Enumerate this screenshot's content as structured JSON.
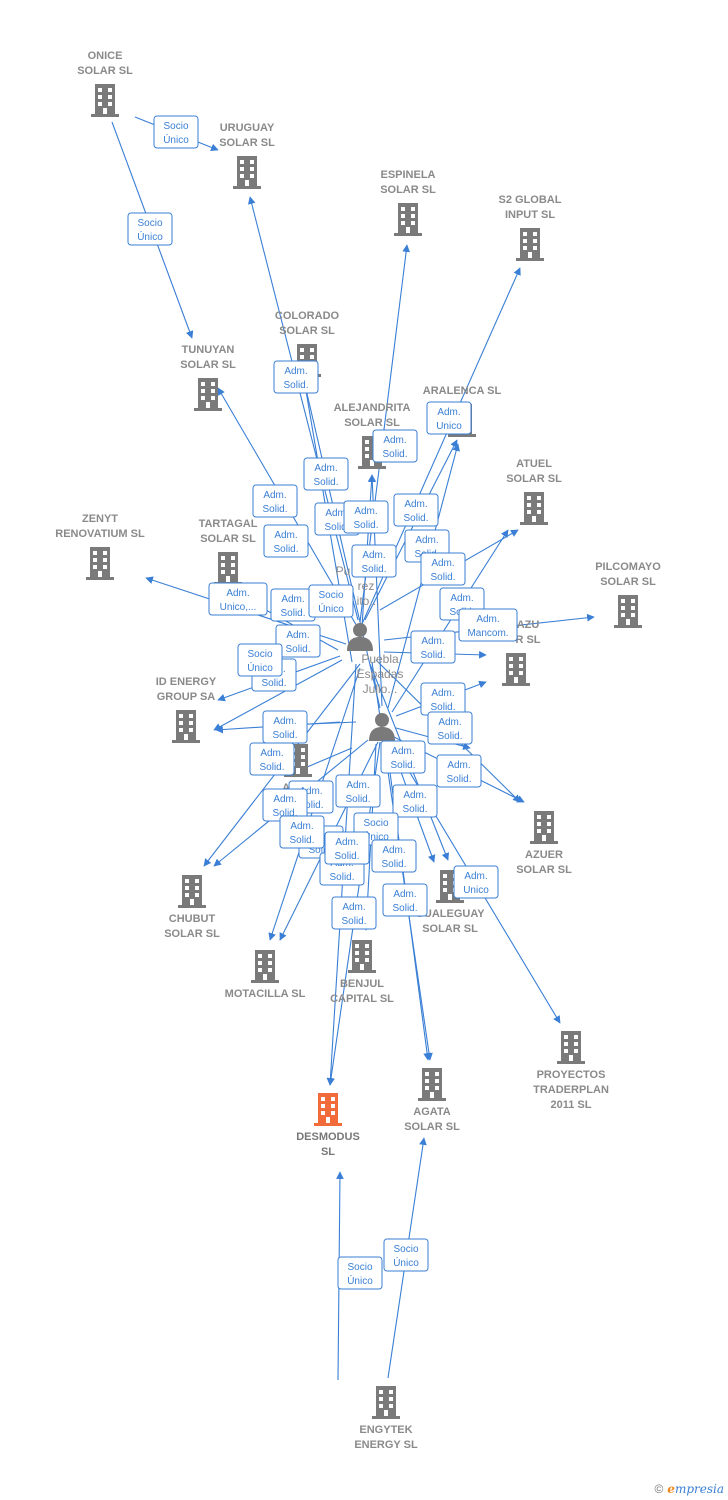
{
  "colors": {
    "edge": "#3a7fd5",
    "building": "#7a7a7a",
    "focus": "#f26b3a",
    "person": "#7a7a7a"
  },
  "nodes": [
    {
      "id": "onice",
      "lines": [
        "ONICE",
        "SOLAR  SL"
      ]
    },
    {
      "id": "uruguay",
      "lines": [
        "URUGUAY",
        "SOLAR  SL"
      ]
    },
    {
      "id": "espinela",
      "lines": [
        "ESPINELA",
        "SOLAR  SL"
      ]
    },
    {
      "id": "s2global",
      "lines": [
        "S2 GLOBAL",
        "INPUT  SL"
      ]
    },
    {
      "id": "colorado",
      "lines": [
        "COLORADO",
        "SOLAR  SL"
      ]
    },
    {
      "id": "tunuyan",
      "lines": [
        "TUNUYAN",
        "SOLAR  SL"
      ]
    },
    {
      "id": "aralenca",
      "lines": [
        "ARALENCA SL"
      ]
    },
    {
      "id": "alejandrita",
      "lines": [
        "ALEJANDRITA",
        "SOLAR  SL"
      ]
    },
    {
      "id": "atuel",
      "lines": [
        "ATUEL",
        "SOLAR  SL"
      ]
    },
    {
      "id": "zenyt",
      "lines": [
        "ZENYT",
        "RENOVATIUM SL"
      ]
    },
    {
      "id": "tartagal",
      "lines": [
        "TARTAGAL",
        "SOLAR  SL"
      ]
    },
    {
      "id": "pilcomayo",
      "lines": [
        "PILCOMAYO",
        "SOLAR  SL"
      ]
    },
    {
      "id": "azu",
      "lines": [
        "AZU",
        "R  SL"
      ]
    },
    {
      "id": "idenergy",
      "lines": [
        "ID ENERGY",
        "GROUP SA"
      ]
    },
    {
      "id": "andr",
      "lines": [
        "ANDR"
      ]
    },
    {
      "id": "azuer",
      "lines": [
        "AZUER",
        "SOLAR  SL"
      ]
    },
    {
      "id": "chubut",
      "lines": [
        "CHUBUT",
        "SOLAR  SL"
      ]
    },
    {
      "id": "gualeguay",
      "lines": [
        "GUALEGUAY",
        "SOLAR  SL"
      ]
    },
    {
      "id": "motacilla",
      "lines": [
        "MOTACILLA SL"
      ]
    },
    {
      "id": "benjul",
      "lines": [
        "BENJUL",
        "CAPITAL  SL"
      ]
    },
    {
      "id": "proyectos",
      "lines": [
        "PROYECTOS",
        "TRADERPLAN",
        "2011 SL"
      ]
    },
    {
      "id": "agata",
      "lines": [
        "AGATA",
        "SOLAR  SL"
      ]
    },
    {
      "id": "desmodus",
      "lines": [
        "DESMODUS",
        "SL"
      ]
    },
    {
      "id": "engytek",
      "lines": [
        "ENGYTEK",
        "ENERGY  SL"
      ]
    }
  ],
  "people": [
    {
      "id": "person1",
      "lines": [
        "Pu",
        "rez",
        "ito..."
      ]
    },
    {
      "id": "person2",
      "lines": [
        "Puebla",
        "Espadas",
        "Julio..."
      ]
    }
  ],
  "relations": [
    {
      "id": "r1",
      "lines": [
        "Socio",
        "Único"
      ]
    },
    {
      "id": "r2",
      "lines": [
        "Socio",
        "Único"
      ]
    },
    {
      "id": "r3",
      "lines": [
        "Adm.",
        "Solid."
      ]
    },
    {
      "id": "r4",
      "lines": [
        "Adm.",
        "Unico"
      ]
    },
    {
      "id": "r5",
      "lines": [
        "Adm.",
        "Solid."
      ]
    },
    {
      "id": "r6",
      "lines": [
        "Adm.",
        "Solid."
      ]
    },
    {
      "id": "r7",
      "lines": [
        "Adm.",
        "Solid."
      ]
    },
    {
      "id": "r8",
      "lines": [
        "Adm.",
        "Solid."
      ]
    },
    {
      "id": "r9",
      "lines": [
        "Adm.",
        "Solid."
      ]
    },
    {
      "id": "r10",
      "lines": [
        "Adm.",
        "Solid."
      ]
    },
    {
      "id": "r11",
      "lines": [
        "Adm.",
        "Solid."
      ]
    },
    {
      "id": "r12",
      "lines": [
        "Adm.",
        "Solid."
      ]
    },
    {
      "id": "r13",
      "lines": [
        "Adm.",
        "Solid."
      ]
    },
    {
      "id": "r14",
      "lines": [
        "Adm.",
        "Solid."
      ]
    },
    {
      "id": "r15",
      "lines": [
        "Adm.",
        "Solid."
      ]
    },
    {
      "id": "r16",
      "lines": [
        "Adm.",
        "Unico,..."
      ]
    },
    {
      "id": "r17",
      "lines": [
        "Adm.",
        "Solid."
      ]
    },
    {
      "id": "r18",
      "lines": [
        "Socio",
        "Único"
      ]
    },
    {
      "id": "r19",
      "lines": [
        "Adm.",
        "Solid."
      ]
    },
    {
      "id": "r20",
      "lines": [
        "Adm.",
        "Mancom."
      ]
    },
    {
      "id": "r21",
      "lines": [
        "Adm.",
        "Solid."
      ]
    },
    {
      "id": "r22",
      "lines": [
        "Adm.",
        "Solid."
      ]
    },
    {
      "id": "r23",
      "lines": [
        "Socio",
        "Único"
      ]
    },
    {
      "id": "r24",
      "lines": [
        "Adm.",
        "Solid."
      ]
    },
    {
      "id": "r25",
      "lines": [
        "Adm.",
        "Solid."
      ]
    },
    {
      "id": "r26",
      "lines": [
        "Adm.",
        "Solid."
      ]
    },
    {
      "id": "r27",
      "lines": [
        "Adm.",
        "Solid."
      ]
    },
    {
      "id": "r28",
      "lines": [
        "Adm.",
        "Solid."
      ]
    },
    {
      "id": "r29",
      "lines": [
        "Adm.",
        "Solid."
      ]
    },
    {
      "id": "r30",
      "lines": [
        "Adm.",
        "Solid."
      ]
    },
    {
      "id": "r31",
      "lines": [
        "Adm.",
        "Solid."
      ]
    },
    {
      "id": "r32",
      "lines": [
        "Adm.",
        "Solid."
      ]
    },
    {
      "id": "r33",
      "lines": [
        "Adm.",
        "Solid."
      ]
    },
    {
      "id": "r34",
      "lines": [
        "Adm.",
        "Solid."
      ]
    },
    {
      "id": "r35",
      "lines": [
        "Socio",
        "Único"
      ]
    },
    {
      "id": "r36",
      "lines": [
        "Adm.",
        "Solid."
      ]
    },
    {
      "id": "r37",
      "lines": [
        "Adm.",
        "Solid."
      ]
    },
    {
      "id": "r38",
      "lines": [
        "Adm.",
        "Solid."
      ]
    },
    {
      "id": "r39",
      "lines": [
        "Adm.",
        "Solid."
      ]
    },
    {
      "id": "r40",
      "lines": [
        "Adm.",
        "Solid."
      ]
    },
    {
      "id": "r41",
      "lines": [
        "Adm.",
        "Unico"
      ]
    },
    {
      "id": "r42",
      "lines": [
        "Adm.",
        "Solid."
      ]
    },
    {
      "id": "r43",
      "lines": [
        "Socio",
        "Único"
      ]
    },
    {
      "id": "r44",
      "lines": [
        "Socio",
        "Único"
      ]
    }
  ],
  "footer": {
    "copyright": "©",
    "brand_first": "e",
    "brand_rest": "mpresia"
  }
}
